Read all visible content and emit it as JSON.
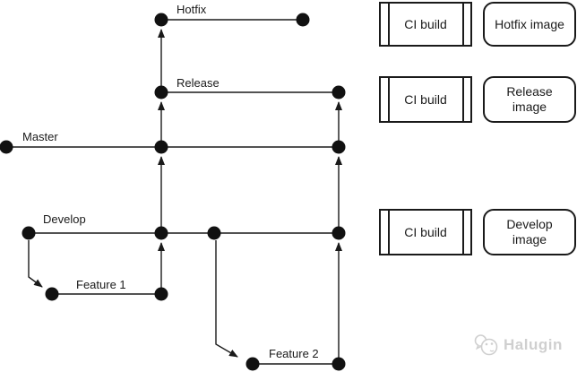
{
  "diagram": {
    "branch_labels": {
      "hotfix": "Hotfix",
      "release": "Release",
      "master": "Master",
      "develop": "Develop",
      "feature1": "Feature 1",
      "feature2": "Feature 2"
    }
  },
  "legend": {
    "rows": [
      {
        "build": "CI build",
        "image": [
          "Hotfix image"
        ]
      },
      {
        "build": "CI build",
        "image": [
          "Release",
          "image"
        ]
      },
      {
        "build": "CI build",
        "image": [
          "Develop",
          "image"
        ]
      }
    ]
  },
  "watermark": {
    "text": "Halugin"
  },
  "colors": {
    "line": "#1a1a1a",
    "node": "#111111",
    "watermark": "#cfcfcf",
    "background": "#ffffff"
  }
}
